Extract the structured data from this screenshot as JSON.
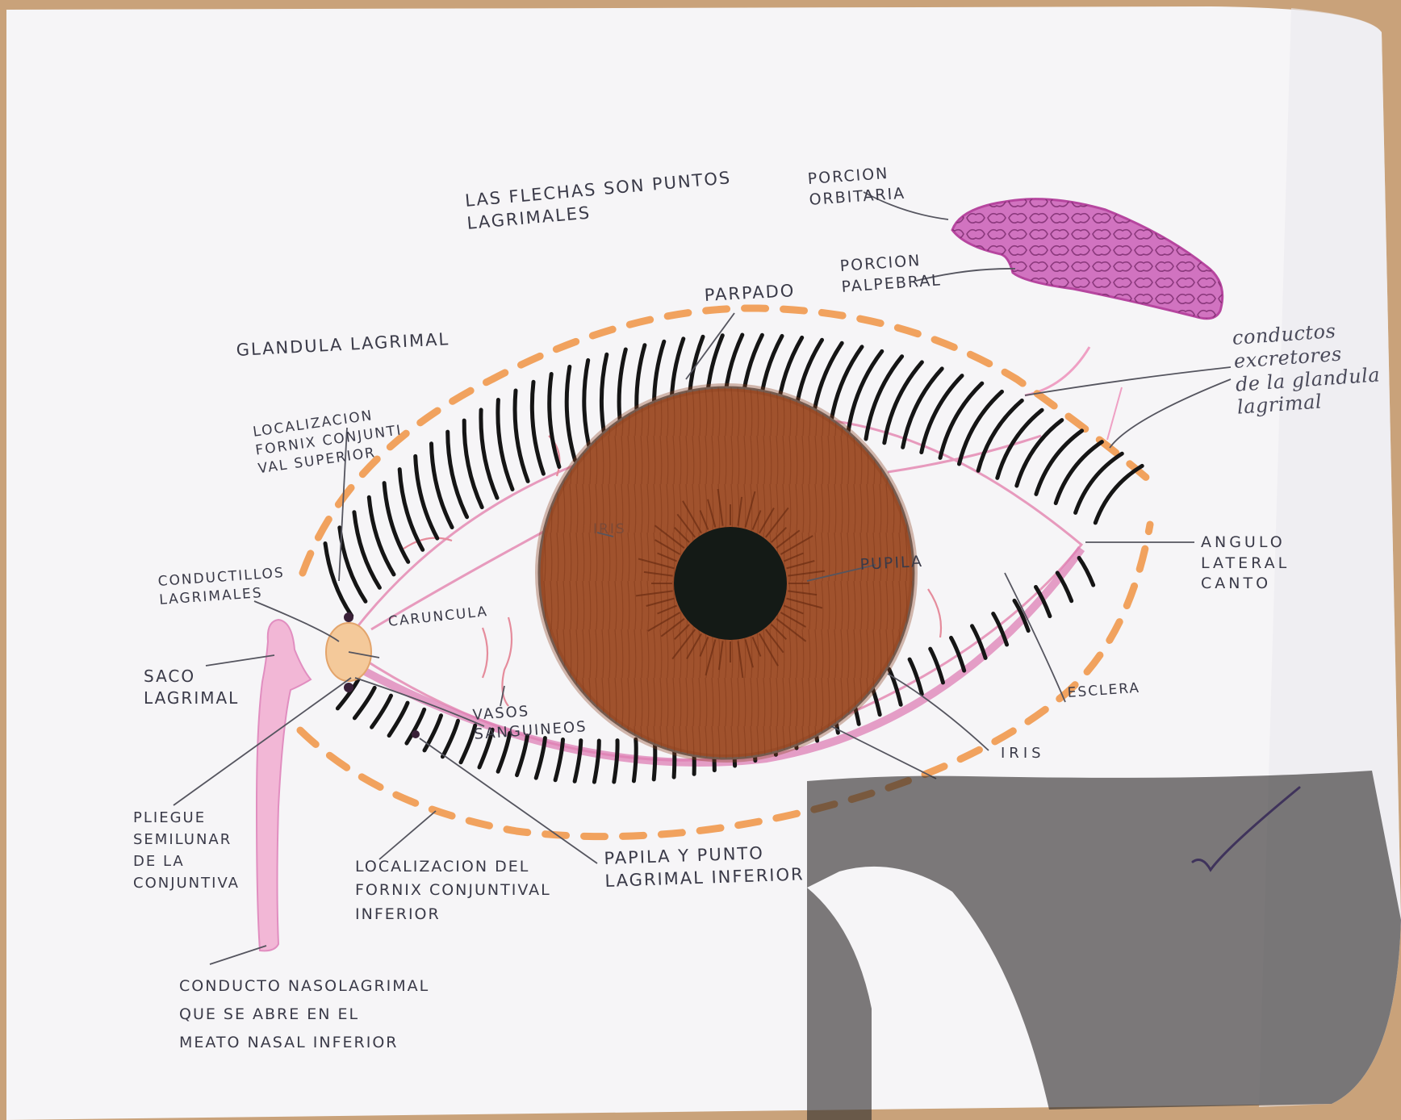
{
  "colors": {
    "paper": "#f6f5f7",
    "background": "#c9a27a",
    "iris": "#9b4a22",
    "pupil": "#141a16",
    "gland": "#c65bb2",
    "fornix_dashes": "#f1a25e",
    "lacrimal_pink": "#eeb3d4",
    "caruncle": "#f4c99a",
    "ink": "#3a3a48",
    "check_mark": "#5a3fa8"
  },
  "icons": {
    "check": "check-mark-icon"
  },
  "labels": {
    "flechas": [
      "LAS FLECHAS SON PUNTOS",
      "LAGRIMALES"
    ],
    "porcion_orbitaria": [
      "PORCION",
      "ORBITARIA"
    ],
    "porcion_palpebral": [
      "PORCION",
      "PALPEBRAL"
    ],
    "parpado": "PARPADO",
    "glandula": "GLANDULA LAGRIMAL",
    "conductos_excretores": [
      "conductos",
      "excretores",
      "de la glandula",
      "lagrimal"
    ],
    "fornix_superior": [
      "LOCALIZACION",
      "FORNIX CONJUNTI",
      "VAL SUPERIOR"
    ],
    "conductillos": [
      "CONDUCTILLOS",
      "LAGRIMALES"
    ],
    "caruncula": "CARUNCULA",
    "iris_inner": "IRIS",
    "pupila": "PUPILA",
    "angulo": [
      "ANGULO",
      "LATERAL",
      "CANTO"
    ],
    "saco": [
      "SACO",
      "LAGRIMAL"
    ],
    "vasos": [
      "VASOS",
      "SANGUINEOS"
    ],
    "esclera": "ESCLERA",
    "iris": "IRIS",
    "pliegue": [
      "PLIEGUE",
      "SEMILUNAR",
      "DE LA",
      "CONJUNTIVA"
    ],
    "fornix_inferior": [
      "LOCALIZACION DEL",
      "FORNIX CONJUNTIVAL",
      "INFERIOR"
    ],
    "papila": [
      "PAPILA Y PUNTO",
      "LAGRIMAL INFERIOR"
    ],
    "conducto_nasolagrimal": [
      "CONDUCTO NASOLAGRIMAL",
      "QUE SE ABRE EN EL",
      "MEATO NASAL INFERIOR"
    ]
  }
}
